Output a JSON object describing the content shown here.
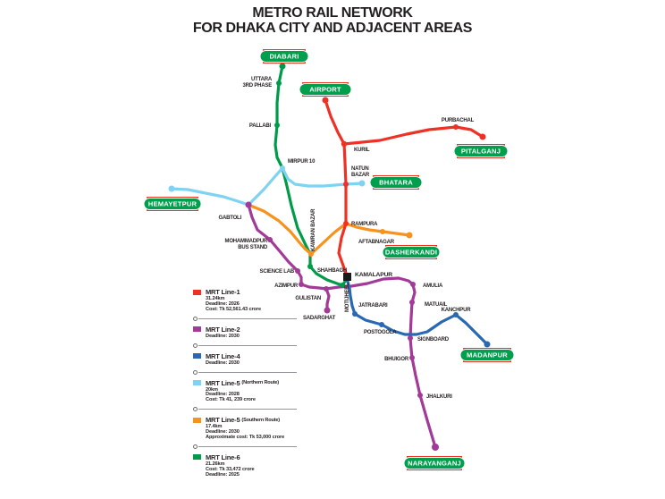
{
  "title": {
    "line1": "METRO RAIL NETWORK",
    "line2": "FOR DHAKA CITY AND ADJACENT AREAS"
  },
  "colors": {
    "line1_red": "#EE3124",
    "line2_purple": "#A23A97",
    "line4_blue": "#2968B2",
    "line5_north_cyan": "#7FD3F2",
    "line5_south_orange": "#F6921E",
    "line6_green": "#009B48",
    "badge_green": "#009F4D",
    "badge_border_red": "#EE3124",
    "interchange_black": "#1a1a1a",
    "label_black": "#231F20"
  },
  "terminals": {
    "diabari": "DIABARI",
    "airport": "AIRPORT",
    "pitalganj": "PITALGANJ",
    "bhatara": "BHATARA",
    "hemayetpur": "HEMAYETPUR",
    "dasherkandi": "DASHERKANDI",
    "madanpur": "MADANPUR",
    "narayanganj": "NARAYANGANJ"
  },
  "stations": {
    "uttara": {
      "l1": "UTTARA",
      "l2": "3RD PHASE"
    },
    "pallabi": "PALLABI",
    "mirpur10": "MIRPUR 10",
    "kuril": "KURIL",
    "purbachal": "PURBACHAL",
    "natun_bazar": {
      "l1": "NATUN",
      "l2": "BAZAR"
    },
    "rampura": "RAMPURA",
    "aftabnagar": "AFTABNAGAR",
    "gabtoli": "GABTOLI",
    "mohammadpur": {
      "l1": "MOHAMMADPUR",
      "l2": "BUS STAND"
    },
    "science_lab": "SCIENCE LAB",
    "azimpur": "AZIMPUR",
    "shahbagh": "SHAHBAGH",
    "kawran_bazar": "KAWRAN BAZAR",
    "motijheel": "MOTIJHEEL",
    "kamalapur": "KAMALAPUR",
    "gulistan": "GULISTAN",
    "sadarghat": "SADARGHAT",
    "jatrabari": "JATRABARI",
    "postogola": "POSTOGOLA",
    "amulia": "AMULIA",
    "matuail": "MATUAIL",
    "signboard": "SIGNBOARD",
    "kanchpur": "KANCHPUR",
    "bhuigor": "BHUIGOR",
    "jhalkuri": "JHALKURI"
  },
  "legend": {
    "items": [
      {
        "name": "MRT Line-1",
        "route": "",
        "color": "#EE3124",
        "lines": [
          "31.24km",
          "Deadline: 2026",
          "Cost: Tk 52,561.43 crore"
        ]
      },
      {
        "name": "MRT Line-2",
        "route": "",
        "color": "#A23A97",
        "lines": [
          "Deadline: 2030"
        ]
      },
      {
        "name": "MRT Line-4",
        "route": "",
        "color": "#2968B2",
        "lines": [
          "Deadline: 2030"
        ]
      },
      {
        "name": "MRT Line-5",
        "route": "(Northern Route)",
        "color": "#7FD3F2",
        "lines": [
          "20km",
          "Deadline: 2028",
          "Cost: Tk 41, 239 crore"
        ]
      },
      {
        "name": "MRT Line-5",
        "route": "(Southern Route)",
        "color": "#F6921E",
        "lines": [
          "17.4km",
          "Deadline: 2030",
          "Approximate cost: Tk 53,000 crore"
        ]
      },
      {
        "name": "MRT Line-6",
        "route": "",
        "color": "#009B48",
        "lines": [
          "21.26km",
          "Cost: Tk 33,472 crore",
          "Deadline: 2025"
        ]
      }
    ]
  }
}
